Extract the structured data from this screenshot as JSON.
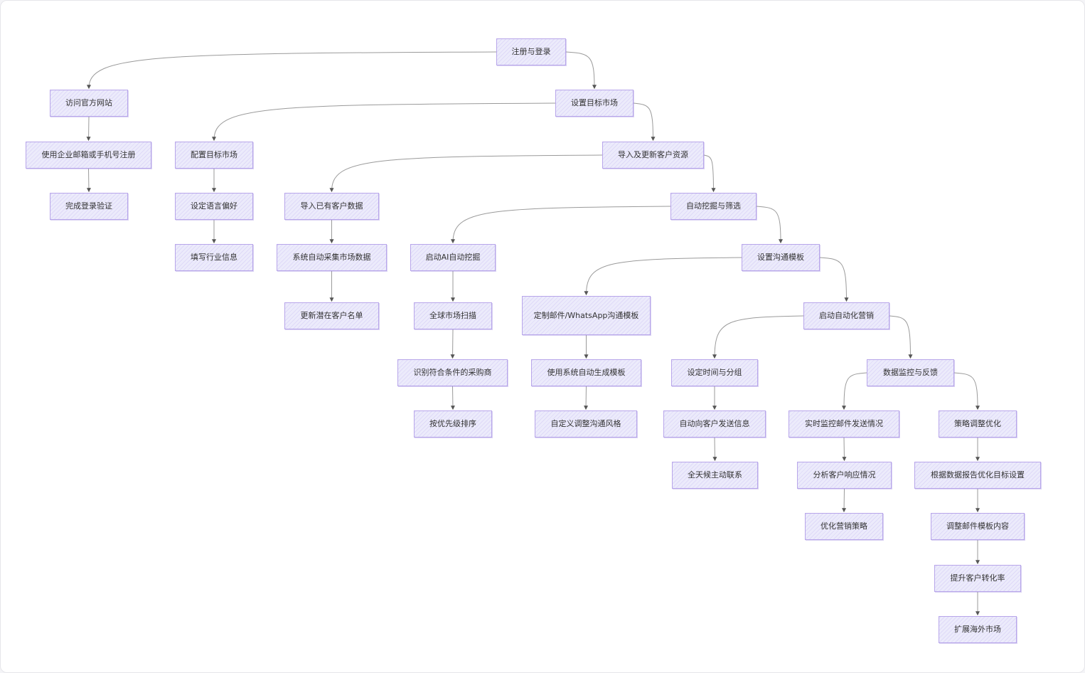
{
  "nodes": {
    "register_login": "注册与登录",
    "visit_site": "访问官方网站",
    "set_target_market": "设置目标市场",
    "register_email_phone": "使用企业邮箱或手机号注册",
    "config_target_market": "配置目标市场",
    "import_update_customers": "导入及更新客户资源",
    "complete_login_verify": "完成登录验证",
    "set_language_pref": "设定语言偏好",
    "import_existing_customers": "导入已有客户数据",
    "auto_mining_filter": "自动挖掘与筛选",
    "fill_industry_info": "填写行业信息",
    "auto_collect_market_data": "系统自动采集市场数据",
    "start_ai_mining": "启动AI自动挖掘",
    "set_comm_template": "设置沟通模板",
    "update_potential_list": "更新潜在客户名单",
    "global_market_scan": "全球市场扫描",
    "custom_email_whatsapp_template": "定制邮件/WhatsApp沟通模板",
    "start_auto_marketing": "启动自动化营销",
    "identify_buyers": "识别符合条件的采购商",
    "use_system_template": "使用系统自动生成模板",
    "set_time_group": "设定时间与分组",
    "data_monitor_feedback": "数据监控与反馈",
    "sort_by_priority": "按优先级排序",
    "customize_comm_style": "自定义调整沟通风格",
    "auto_send_message": "自动向客户发送信息",
    "realtime_monitor_email": "实时监控邮件发送情况",
    "strategy_optimize": "策略调整优化",
    "contact_around_clock": "全天候主动联系",
    "analyze_response": "分析客户响应情况",
    "optimize_by_report": "根据数据报告优化目标设置",
    "optimize_marketing_strategy": "优化营销策略",
    "adjust_email_template": "调整邮件模板内容",
    "improve_conversion": "提升客户转化率",
    "expand_overseas": "扩展海外市场"
  },
  "colors": {
    "node_fill": "#ecebfb",
    "node_border": "#b8a6ea",
    "edge": "#9a9a9a",
    "arrow": "#555555"
  }
}
